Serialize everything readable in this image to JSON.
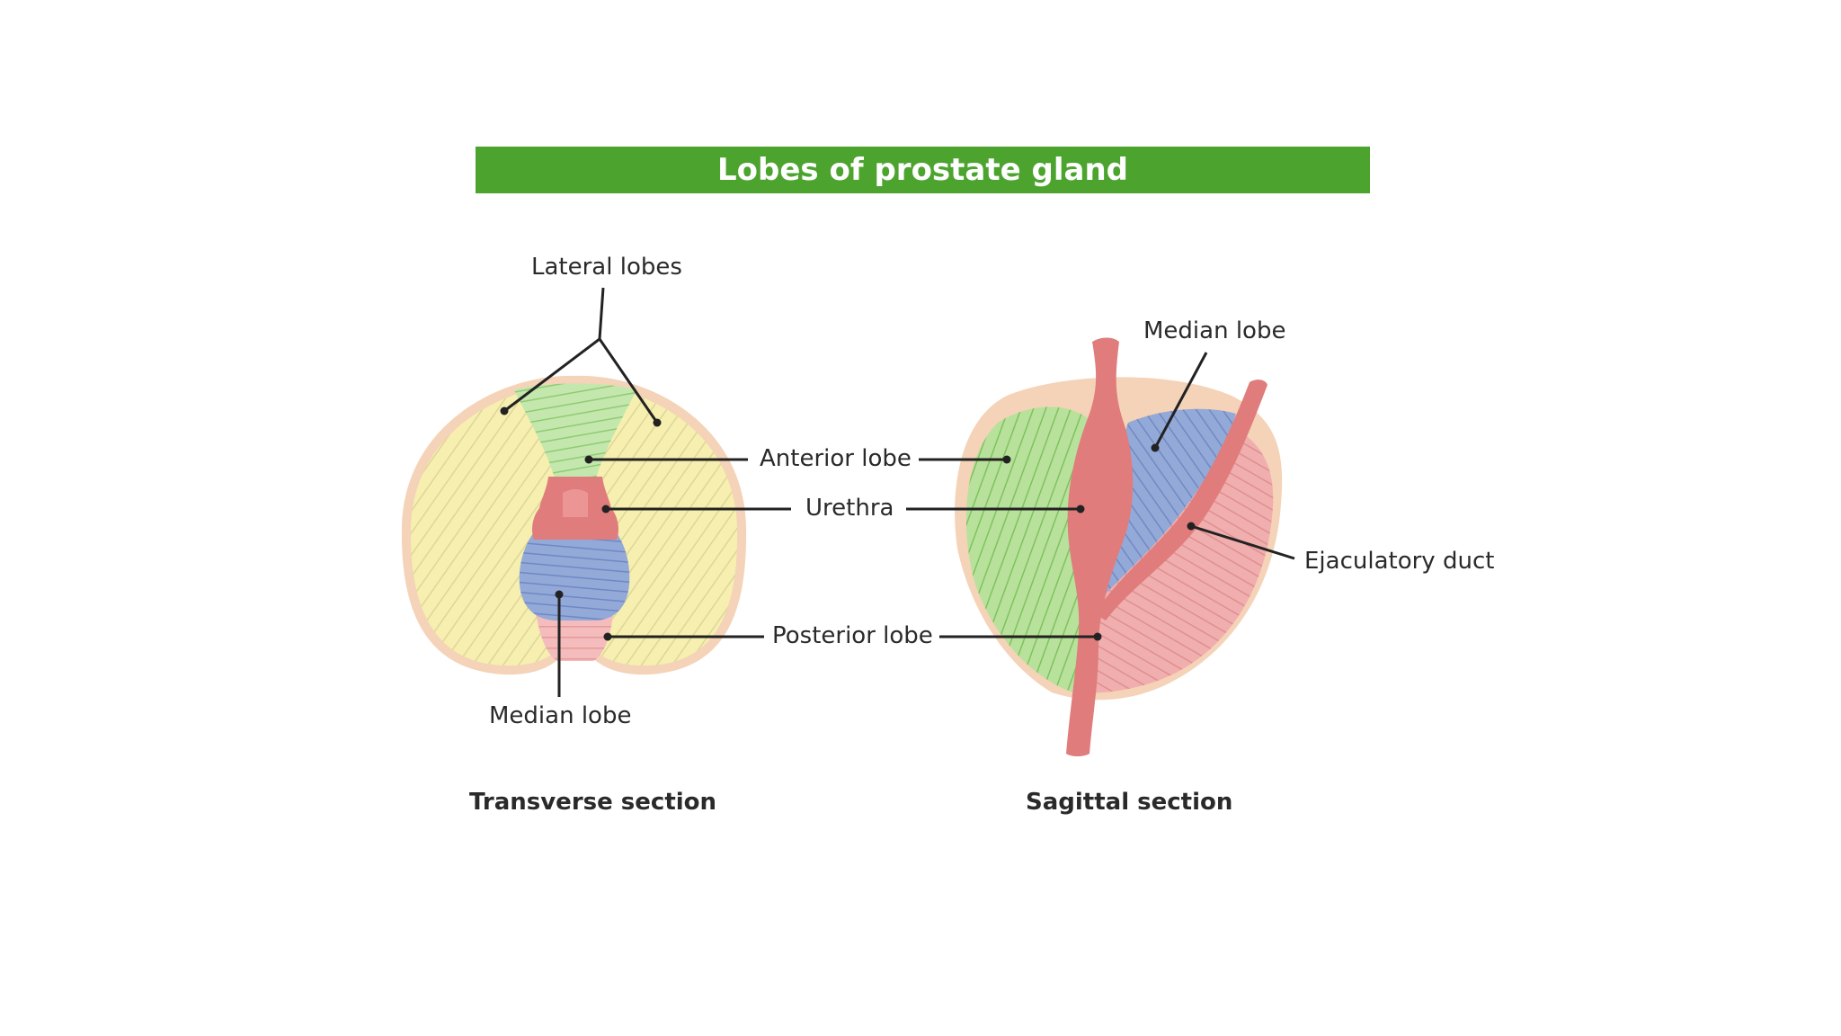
{
  "title": "Lobes of prostate gland",
  "transverse": {
    "caption": "Transverse section",
    "labels": {
      "lateral_lobes": "Lateral lobes",
      "median_lobe": "Median lobe"
    }
  },
  "shared_labels": {
    "anterior_lobe": "Anterior lobe",
    "urethra": "Urethra",
    "posterior_lobe": "Posterior lobe"
  },
  "sagittal": {
    "caption": "Sagittal section",
    "labels": {
      "median_lobe": "Median lobe",
      "ejaculatory_duct": "Ejaculatory duct"
    }
  },
  "colors": {
    "title_bg": "#4ca42f",
    "lateral": "#f5eeaa",
    "anterior": "#bfe3a8",
    "median": "#8fa6d6",
    "posterior": "#f0b0b0",
    "urethra": "#e07c7c",
    "capsule": "#f4d3b8"
  }
}
